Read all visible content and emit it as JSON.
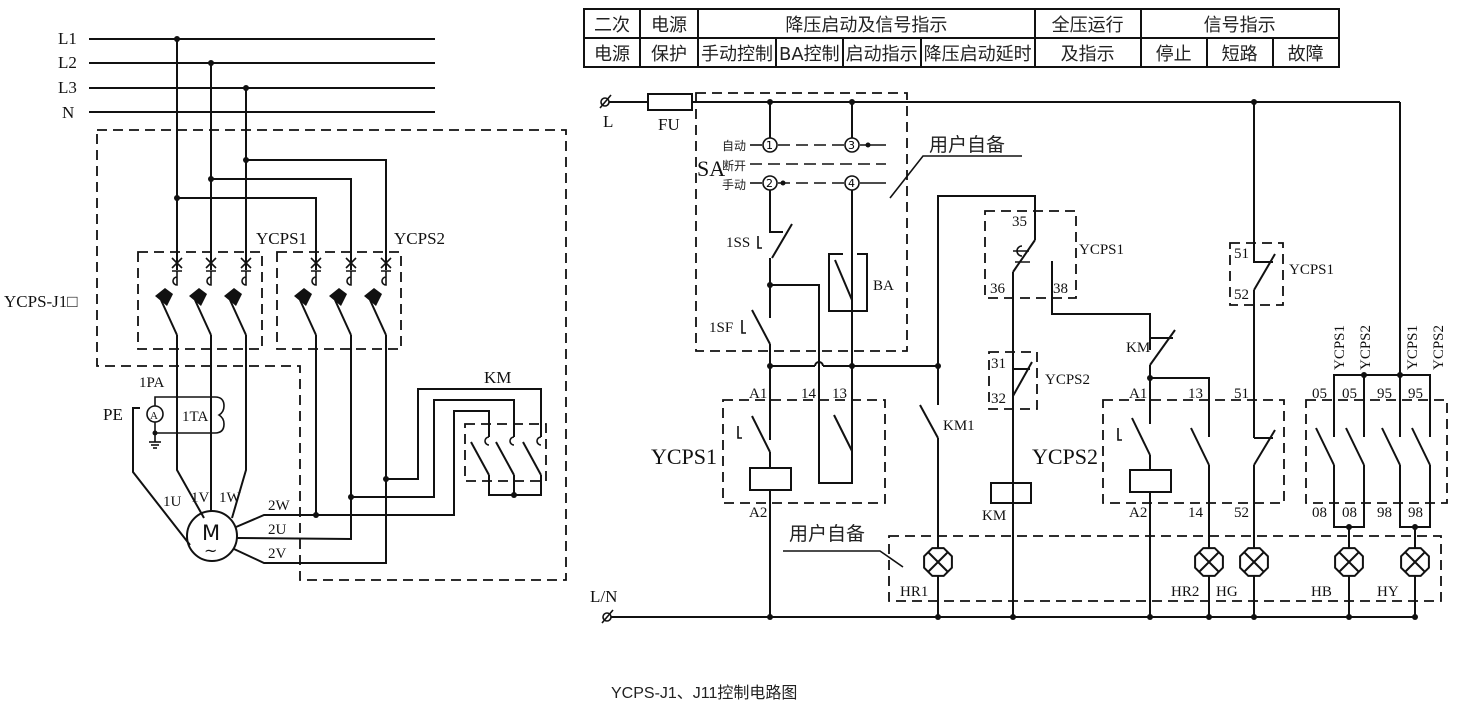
{
  "caption": "YCPS-J1、J11控制电路图",
  "table": {
    "row1": [
      {
        "key": "c1",
        "label": "二次"
      },
      {
        "key": "c2",
        "label": "电源"
      },
      {
        "key": "c3",
        "label": "降压启动及信号指示"
      },
      {
        "key": "c4",
        "label": "全压运行"
      },
      {
        "key": "c5",
        "label": "信号指示"
      }
    ],
    "row2": [
      {
        "key": "c1",
        "label": "电源"
      },
      {
        "key": "c2",
        "label": "保护"
      },
      {
        "key": "c3a",
        "label": "手动控制"
      },
      {
        "key": "c3b",
        "label": "BA控制"
      },
      {
        "key": "c3c",
        "label": "启动指示"
      },
      {
        "key": "c3d",
        "label": "降压启动延时"
      },
      {
        "key": "c4",
        "label": "及指示"
      },
      {
        "key": "c5a",
        "label": "停止"
      },
      {
        "key": "c5b",
        "label": "短路"
      },
      {
        "key": "c5c",
        "label": "故障"
      }
    ]
  },
  "power": {
    "bus_labels": [
      "L1",
      "L2",
      "L3",
      "N"
    ],
    "module_label": "YCPS-J1□",
    "breaker1": "YCPS1",
    "breaker2": "YCPS2",
    "ammeter": "1PA",
    "ct": "1TA",
    "pe": "PE",
    "ammeter_symbol": "A",
    "motor": "M",
    "motor_sub": "~",
    "terminals_1": [
      "1U",
      "1V",
      "1W"
    ],
    "terminals_2": [
      "2W",
      "2U",
      "2V"
    ],
    "contactor": "KM"
  },
  "control": {
    "supply_top": "L",
    "supply_bottom": "L/N",
    "fuse": "FU",
    "switch": "SA",
    "switch_positions": [
      "自动",
      "断开",
      "手动"
    ],
    "switch_contacts": [
      "1",
      "2",
      "3",
      "4"
    ],
    "stop_button": "1SS",
    "start_button": "1SF",
    "ba": "BA",
    "user_supplied": "用户自备",
    "ycps1": "YCPS1",
    "ycps2": "YCPS2",
    "km": "KM",
    "km1": "KM1",
    "terminals": {
      "a1": "A1",
      "a2": "A2",
      "t13": "13",
      "t14": "14",
      "t35": "35",
      "t36": "36",
      "t38": "38",
      "t31": "31",
      "t32": "32",
      "t51": "51",
      "t52": "52",
      "t05": "05",
      "t08": "08",
      "t95": "95",
      "t98": "98"
    },
    "lamps": [
      "HR1",
      "HR2",
      "HG",
      "HB",
      "HY"
    ]
  }
}
